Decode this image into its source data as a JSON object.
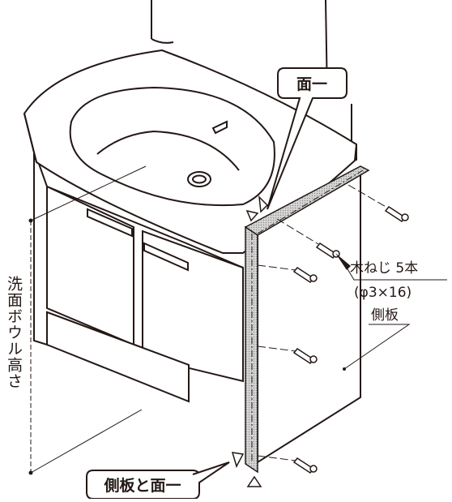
{
  "labels": {
    "flush_top": "面一",
    "screws": "木ねじ 5本",
    "screw_spec": "(φ3×16)",
    "side_panel": "側板",
    "flush_bottom": "側板と面一",
    "bowl_height": "洗面ボウル高さ"
  },
  "colors": {
    "line": "#231815",
    "tape": "#c8c8c8",
    "panel": "#ffffff"
  }
}
